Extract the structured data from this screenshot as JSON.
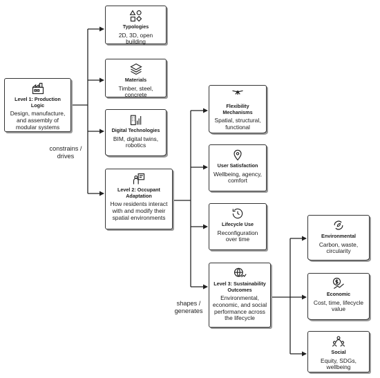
{
  "nodes": {
    "typologies": {
      "title": "Typologies",
      "desc": "2D, 3D, open building",
      "icon": "shapes-icon"
    },
    "materials": {
      "title": "Materials",
      "desc": "Timber, steel, concrete",
      "icon": "layers-icon"
    },
    "digital": {
      "title": "Digital Technologies",
      "desc": "BIM, digital twins, robotics",
      "icon": "building-chart-icon"
    },
    "level1": {
      "title": "Level 1: Production Logic",
      "desc": "Design, manufacture, and assembly of modular systems",
      "icon": "factory-icon"
    },
    "level2": {
      "title": "Level 2: Occupant Adaptation",
      "desc": "How residents interact with and modify their spatial environments",
      "icon": "person-board-icon"
    },
    "flexibility": {
      "title": "Flexibility Mechanisms",
      "desc": "Spatial, structural, functional",
      "icon": "network-icon"
    },
    "satisfaction": {
      "title": "User Satisfaction",
      "desc": "Wellbeing, agency, comfort",
      "icon": "user-pin-icon"
    },
    "lifecycle": {
      "title": "Lifecycle Use",
      "desc": "Reconfiguration over time",
      "icon": "clock-cycle-icon"
    },
    "level3": {
      "title": "Level 3: Sustainability Outcomes",
      "desc": "Environmental, economic, and social performance across the lifecycle",
      "icon": "globe-growth-icon"
    },
    "environmental": {
      "title": "Environmental",
      "desc": "Carbon, waste, circularity",
      "icon": "leaf-cycle-icon"
    },
    "economic": {
      "title": "Economic",
      "desc": "Cost, time, lifecycle value",
      "icon": "money-growth-icon"
    },
    "social": {
      "title": "Social",
      "desc": "Equity, SDGs, wellbeing",
      "icon": "people-group-icon"
    }
  },
  "edge_labels": {
    "constrains": "constrains / drives",
    "shapes": "shapes / generates"
  }
}
